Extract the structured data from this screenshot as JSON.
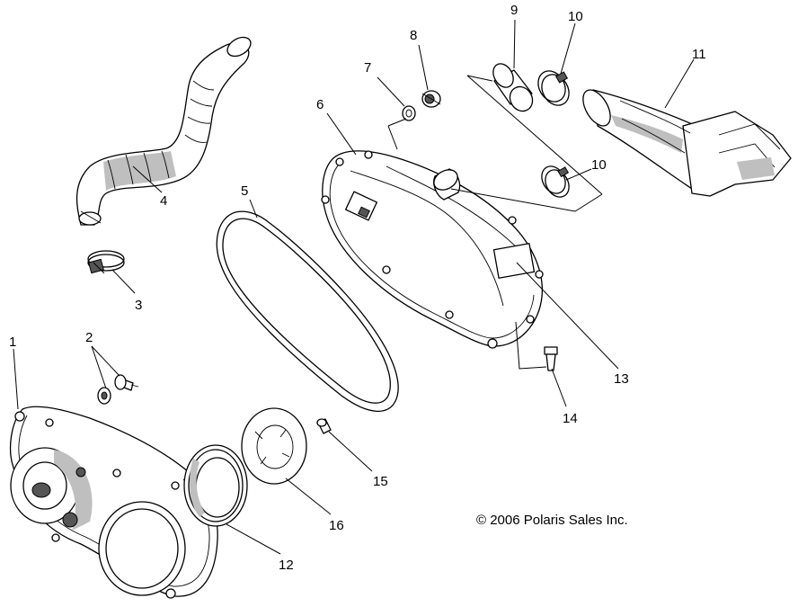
{
  "callouts": {
    "c1": "1",
    "c2": "2",
    "c3": "3",
    "c4": "4",
    "c5": "5",
    "c6": "6",
    "c7": "7",
    "c8": "8",
    "c9": "9",
    "c10_top": "10",
    "c10_lower": "10",
    "c11": "11",
    "c12": "12",
    "c13": "13",
    "c14": "14",
    "c15": "15",
    "c16": "16"
  },
  "copyright": "© 2006 Polaris Sales Inc."
}
